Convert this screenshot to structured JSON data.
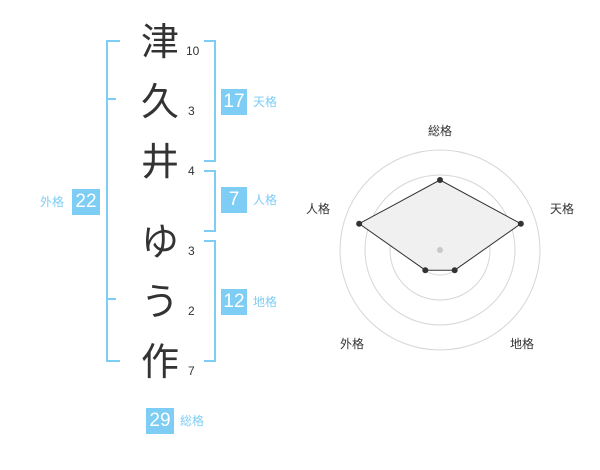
{
  "name": {
    "chars": [
      {
        "char": "津",
        "strokes": "10"
      },
      {
        "char": "久",
        "strokes": "3"
      },
      {
        "char": "井",
        "strokes": "4"
      },
      {
        "char": "ゆ",
        "strokes": "3"
      },
      {
        "char": "う",
        "strokes": "2"
      },
      {
        "char": "作",
        "strokes": "7"
      }
    ]
  },
  "kakusu": {
    "tenkaku": {
      "value": "17",
      "label": "天格"
    },
    "jinkaku": {
      "value": "7",
      "label": "人格"
    },
    "chikaku": {
      "value": "12",
      "label": "地格"
    },
    "gaikaku": {
      "value": "22",
      "label": "外格"
    },
    "soukaku": {
      "value": "29",
      "label": "総格"
    }
  },
  "radar": {
    "axes": [
      "総格",
      "天格",
      "地格",
      "外格",
      "人格"
    ],
    "values": [
      0.7,
      0.85,
      0.25,
      0.25,
      0.85
    ],
    "accent": "#7ecdf5",
    "line_color": "#333333",
    "fill_color": "#f0f0f0",
    "ring_color": "#d6d6d6"
  }
}
